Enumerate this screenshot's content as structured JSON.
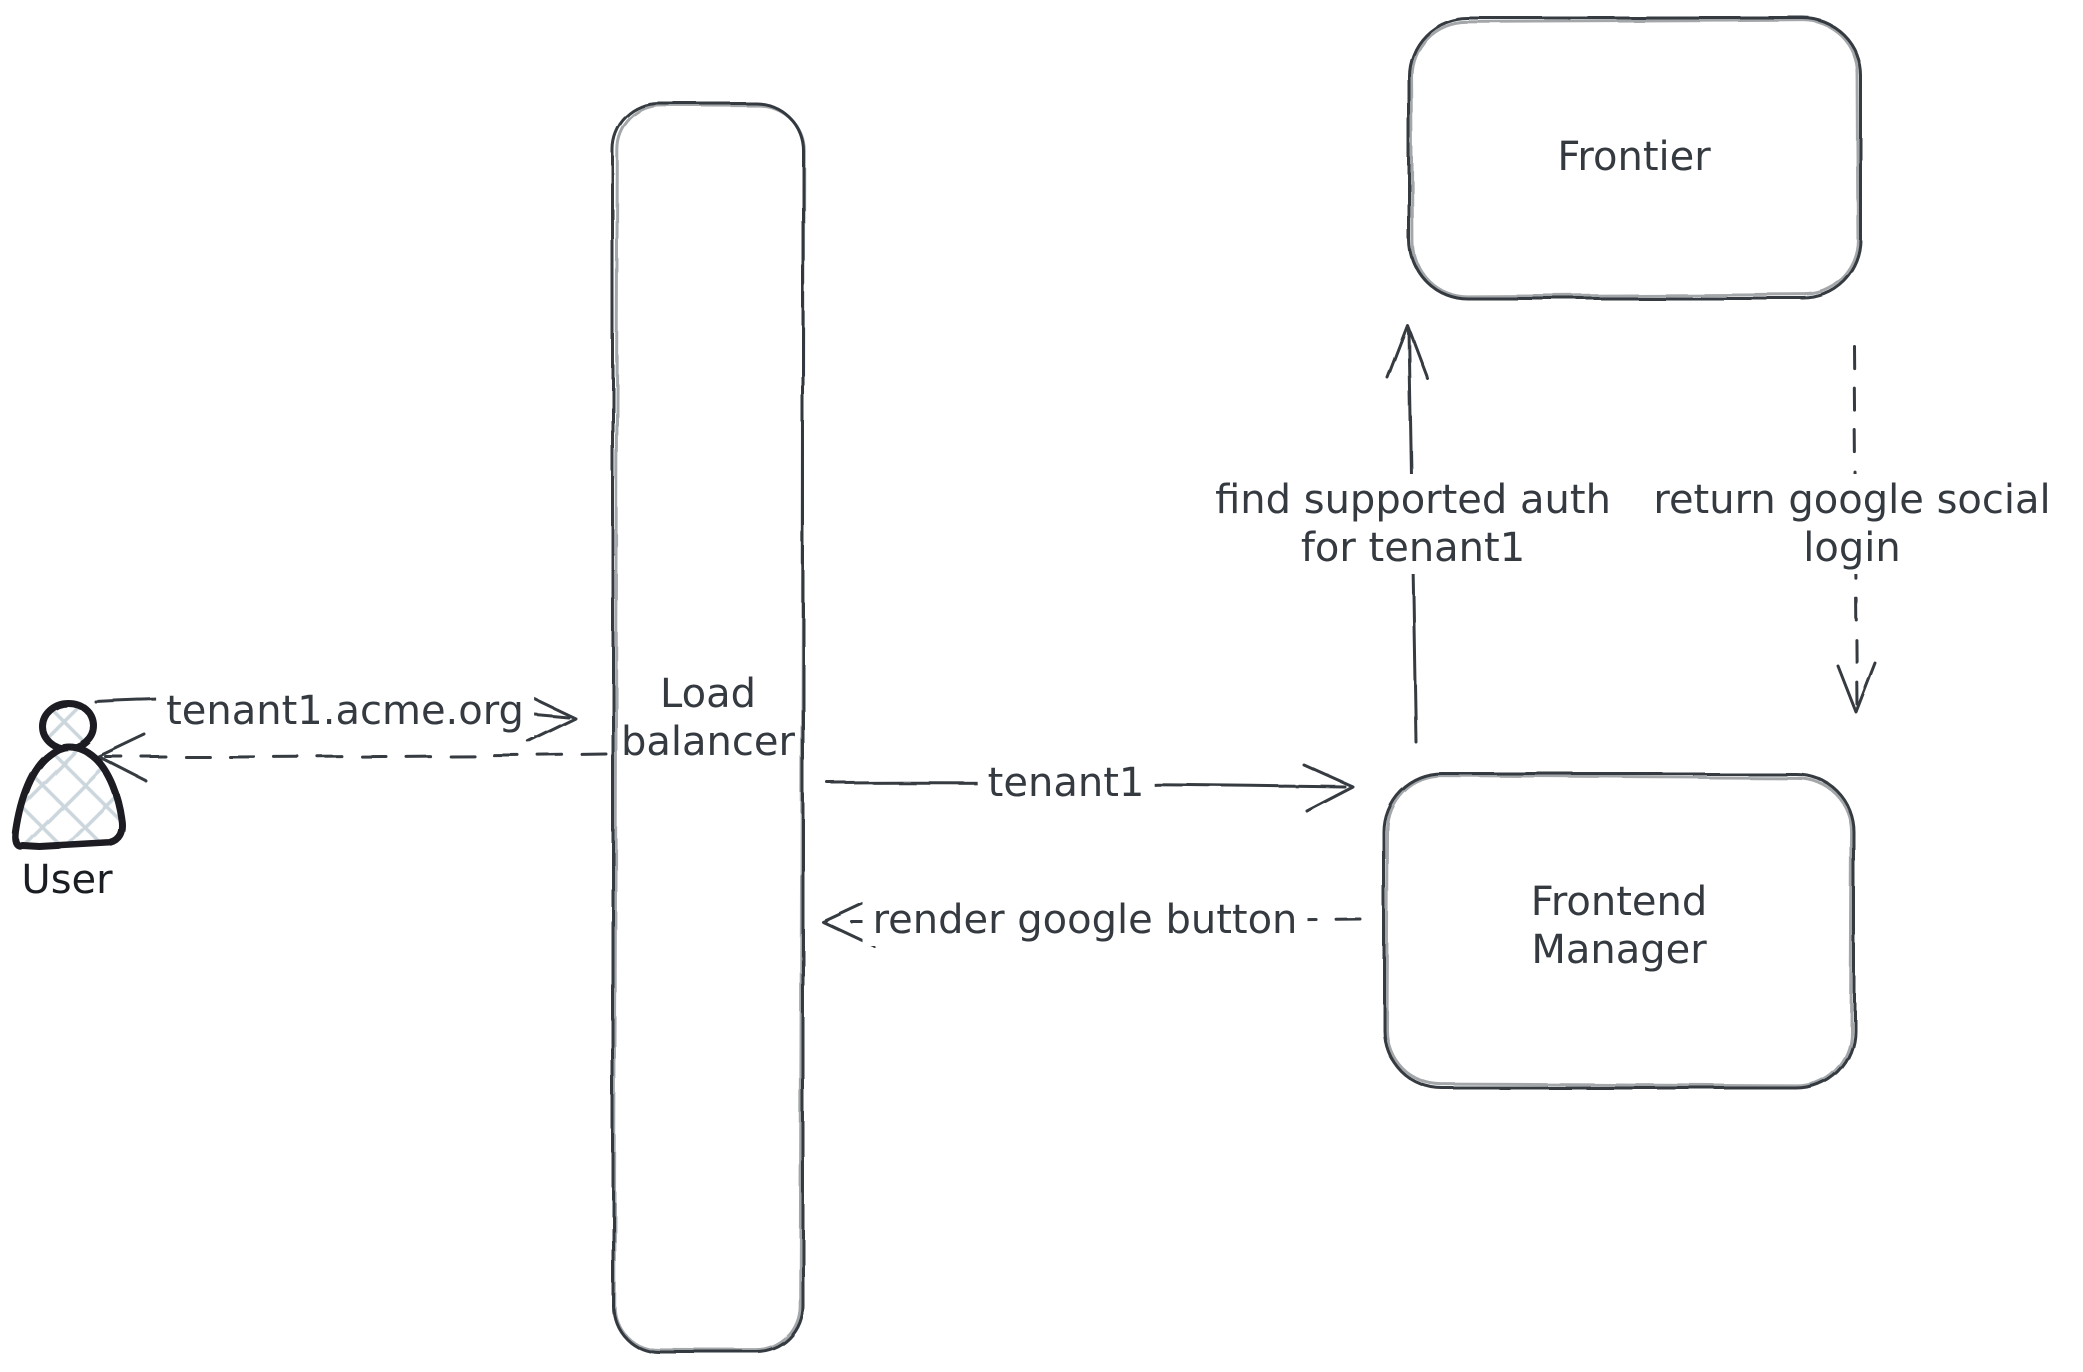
{
  "diagram": {
    "title": "tenant social-login sequence sketch",
    "colors": {
      "stroke": "#343a40",
      "text": "#343a40",
      "user_stroke": "#1a1d21",
      "hatch_fill": "#ccd6dd",
      "background": "#ffffff"
    },
    "icons": {
      "user": "person-silhouette-icon"
    },
    "nodes": {
      "user": {
        "label": "User"
      },
      "load_balancer": {
        "label_lines": [
          "Load",
          "balancer"
        ]
      },
      "frontier": {
        "label": "Frontier"
      },
      "frontend_manager": {
        "label_lines": [
          "Frontend",
          "Manager"
        ]
      }
    },
    "edges": {
      "user_to_lb": {
        "label": "tenant1.acme.org",
        "style": "solid",
        "direction": "right"
      },
      "lb_to_user": {
        "label": "",
        "style": "dashed",
        "direction": "left"
      },
      "lb_to_fm": {
        "label": "tenant1",
        "style": "solid",
        "direction": "right"
      },
      "fm_to_lb": {
        "label": "render google button",
        "style": "dashed",
        "direction": "left"
      },
      "fm_to_frontier": {
        "label_lines": [
          "find supported auth",
          "for tenant1"
        ],
        "style": "solid",
        "direction": "up"
      },
      "frontier_to_fm": {
        "label_lines": [
          "return google social",
          "login"
        ],
        "style": "dashed",
        "direction": "down"
      }
    }
  }
}
